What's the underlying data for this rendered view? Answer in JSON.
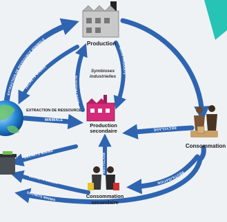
{
  "nodes": {
    "production": "Production",
    "production_secondaire_line1": "Production",
    "production_secondaire_line2": "secondaire",
    "consommation": "Consommation",
    "consommation_secondaire_line1": "Consommation",
    "consommation_secondaire_line2": "secondaire",
    "symbioses_line1": "Symbioses",
    "symbioses_line2": "industrielles"
  },
  "flows": {
    "extraction_top": "EXTRACTION DE RESSOURCE MINIMALE",
    "dechets_top": "DÉCHETS MINIMA",
    "extraction_mid_line1": "EXTRACTION DE RESSOURCE",
    "extraction_mid_line2": "MINIMALE",
    "sous_produits_left": "SOUS PRODUITS",
    "sous_produits_right": "SOUS PRODUITS",
    "recyclage": "RECYCLAGE",
    "recyclage_vertical": "RECYCLAGE",
    "reutilisation": "RÉUTILISATION",
    "dechets_low1": "DÉCHETS MINIMA",
    "dechets_low2": "DÉCHETS MINIMA",
    "dechets_low3": "DÉCHETS MINIMA"
  },
  "colors": {
    "arrow_blue": "#2f64b0",
    "arrow_light": "#5b8fd6",
    "accent_teal": "#27c3b4",
    "factory_pink": "#c8246e"
  }
}
